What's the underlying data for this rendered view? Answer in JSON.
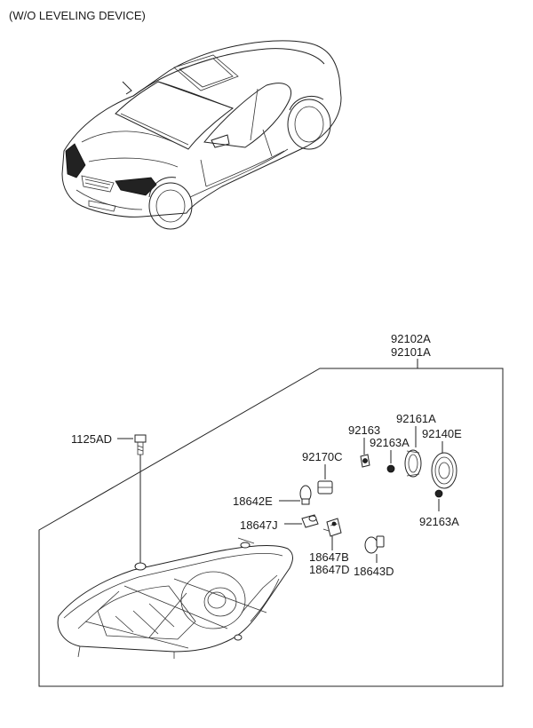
{
  "header": {
    "note": "(W/O LEVELING DEVICE)"
  },
  "assembly": {
    "part_a": "92102A",
    "part_b": "92101A"
  },
  "callouts": {
    "bolt": "1125AD",
    "socket_92170C": "92170C",
    "bulb_18642E": "18642E",
    "bulb_18647J": "18647J",
    "bulb_18647B": "18647B",
    "bulb_18647D": "18647D",
    "bulb_18643D": "18643D",
    "clip_92163": "92163",
    "clip_92163A_top": "92163A",
    "cap_92161A": "92161A",
    "cap_92140E": "92140E",
    "clip_92163A_bottom": "92163A"
  }
}
